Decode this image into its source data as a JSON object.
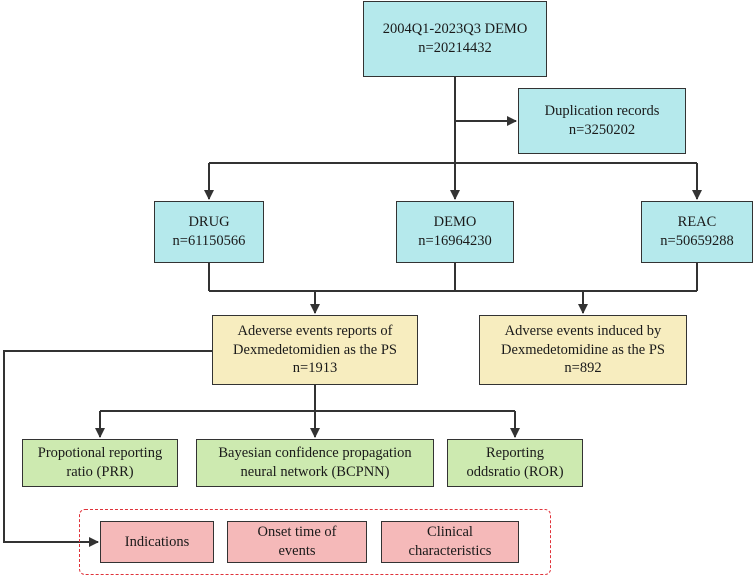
{
  "nodes": {
    "demo_total": {
      "line1": "2004Q1-2023Q3 DEMO",
      "line2": "n=20214432"
    },
    "duplication": {
      "line1": "Duplication records",
      "line2": "n=3250202"
    },
    "drug": {
      "line1": "DRUG",
      "line2": "n=61150566"
    },
    "demo": {
      "line1": "DEMO",
      "line2": "n=16964230"
    },
    "reac": {
      "line1": "REAC",
      "line2": "n=50659288"
    },
    "ae_reports": {
      "line1": "Adeverse events reports of",
      "line2": "Dexmedetomidien as the PS",
      "line3": "n=1913"
    },
    "ae_induced": {
      "line1": "Adverse events induced by",
      "line2": "Dexmedetomidine as the PS",
      "line3": "n=892"
    },
    "prr": {
      "line1": "Propotional reporting",
      "line2": "ratio (PRR)"
    },
    "bcpnn": {
      "line1": "Bayesian confidence propagation",
      "line2": "neural network (BCPNN)"
    },
    "ror": {
      "line1": "Reporting",
      "line2": "oddsratio (ROR)"
    },
    "indications": {
      "line1": "Indications"
    },
    "onset": {
      "line1": "Onset time of",
      "line2": "events"
    },
    "clinical": {
      "line1": "Clinical",
      "line2": "characteristics"
    }
  },
  "colors": {
    "cyan": "#b5e9ec",
    "yellow": "#f7edbf",
    "green": "#cdeab0",
    "pink": "#f5b9b9",
    "line": "#333333",
    "dashed_border": "#e0323a"
  }
}
